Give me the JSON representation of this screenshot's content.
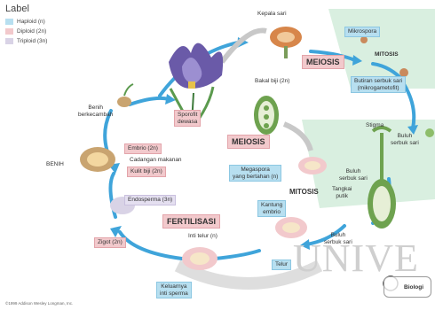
{
  "legend": {
    "title": "Label",
    "items": [
      {
        "label": "Haploid (n)",
        "color": "#b7dff0"
      },
      {
        "label": "Diploid (2n)",
        "color": "#f2c9cc"
      },
      {
        "label": "Triploid (3n)",
        "color": "#d9d3e6"
      }
    ]
  },
  "labels": {
    "kepala_sari": "Kepala sari",
    "mikrospora": "Mikrospora",
    "meiosis_top": "MEIOSIS",
    "mitosis_top": "MITOSIS",
    "butiran": "Butiran serbuk sari",
    "butiran_sub": "(mikrogametofit)",
    "bakal_biji": "Bakal biji (2n)",
    "sporofit_1": "Sporofit",
    "sporofit_2": "dewasa",
    "benih_berkecambah_1": "Benih",
    "benih_berkecambah_2": "berkecambah",
    "meiosis_mid": "MEIOSIS",
    "stigma": "Stigma",
    "buluh_top_1": "Buluh",
    "buluh_top_2": "serbuk sari",
    "benih": "BENIH",
    "embrio": "Embrio (2n)",
    "cadangan": "Cadangan makanan",
    "kulit": "Kulit biji (2n)",
    "megaspora_1": "Megaspora",
    "megaspora_2": "yang bertahan (n)",
    "buluh_mid_1": "Buluh",
    "buluh_mid_2": "serbuk sari",
    "tangkai_1": "Tangkai",
    "tangkai_2": "putik",
    "mitosis_mid": "MITOSIS",
    "kantung_1": "Kantung",
    "kantung_2": "embrio",
    "endosperma": "Endosperma (3n)",
    "fertilisasi": "FERTILISASI",
    "inti_telur": "Inti telur (n)",
    "zigot": "Zigot (2n)",
    "buluh_bot_1": "Buluh",
    "buluh_bot_2": "serbuk sari",
    "telur": "Telur",
    "keluarnya_1": "Keluarnya",
    "keluarnya_2": "inti sperma",
    "watermark": "UNIVE",
    "badge_1": "Biologi",
    "copyright": "©1999 Addison Wesley Longman, Inc."
  },
  "colors": {
    "arrow": "#3fa4da",
    "haploid": "#b7dff0",
    "diploid": "#f2c9cc",
    "triploid": "#d9d3e6",
    "green_bg": "#d7eedd"
  }
}
